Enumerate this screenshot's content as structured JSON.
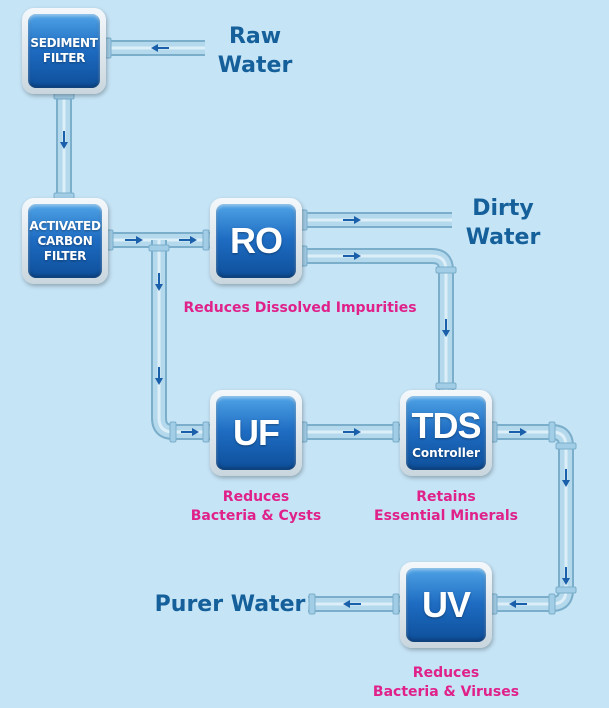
{
  "inputs": {
    "raw_water": [
      "Raw",
      "Water"
    ]
  },
  "outputs": {
    "dirty_water": [
      "Dirty",
      "Water"
    ],
    "purer_water": "Purer Water"
  },
  "stages": {
    "sediment": [
      "SEDIMENT",
      "FILTER"
    ],
    "carbon": [
      "ACTIVATED",
      "CARBON",
      "FILTER"
    ],
    "ro": "RO",
    "uf": "UF",
    "tds": {
      "main": "TDS",
      "sub": "Controller"
    },
    "uv": "UV"
  },
  "captions": {
    "ro": [
      "Reduces Dissolved Impurities"
    ],
    "uf": [
      "Reduces",
      "Bacteria & Cysts"
    ],
    "tds": [
      "Retains",
      "Essential Minerals"
    ],
    "uv": [
      "Reduces",
      "Bacteria & Viruses"
    ]
  },
  "colors": {
    "background": "#c5e4f6",
    "pipe_fill": "#b4d8ec",
    "pipe_edge": "#7aaecb",
    "arrow": "#1a5faa",
    "io_text": "#15609a",
    "caption_text": "#e0218a",
    "node_face": "#1e6cc2"
  }
}
